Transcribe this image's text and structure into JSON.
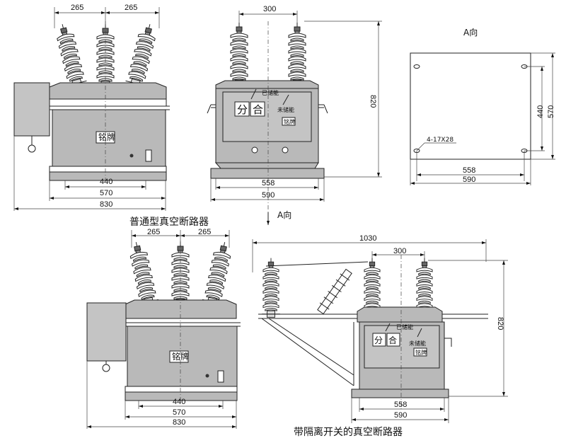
{
  "captions": {
    "normal": "普通型真空断路器",
    "isolated": "带隔离开关的真空断路器"
  },
  "labels": {
    "nameplate": "铭牌",
    "view_a": "A向",
    "open": "分",
    "close": "合",
    "stored": "已储能",
    "not_stored": "未储能",
    "nameplate_small": "铭牌",
    "holes": "4-17X28"
  },
  "dims": {
    "d265": "265",
    "d300": "300",
    "d440": "440",
    "d570": "570",
    "d830": "830",
    "d558": "558",
    "d590": "590",
    "d820": "820",
    "d1030": "1030"
  }
}
